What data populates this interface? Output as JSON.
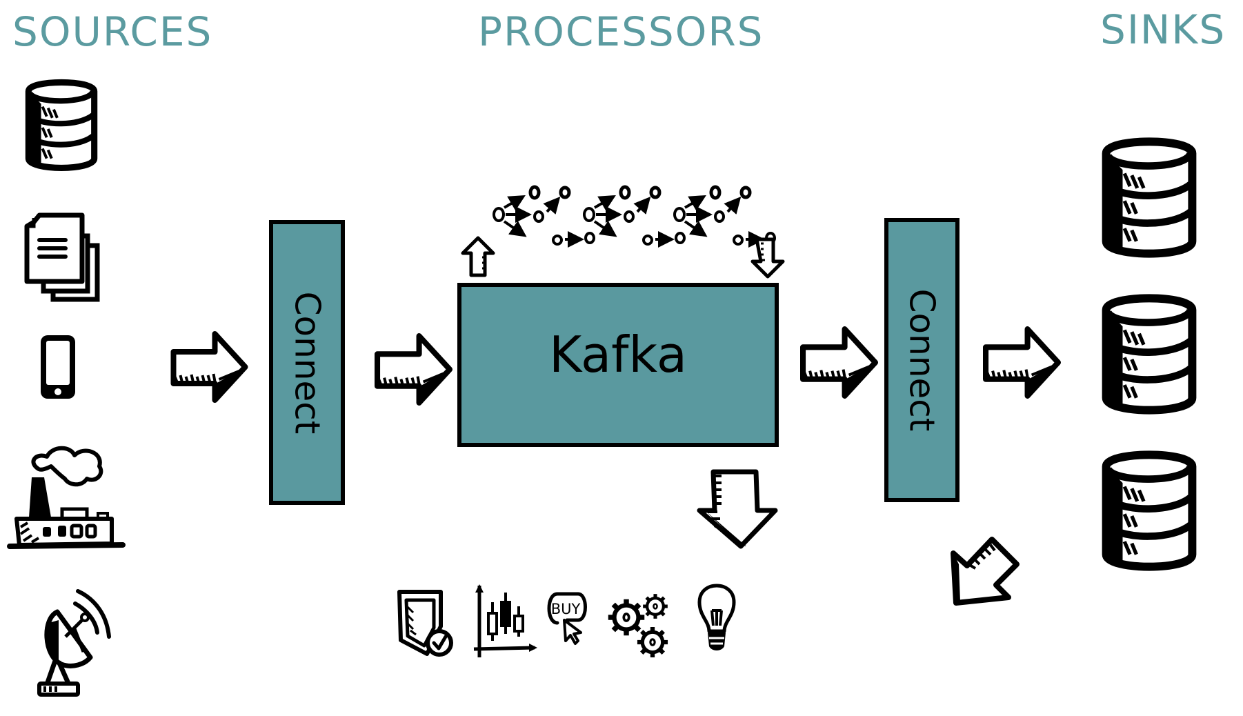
{
  "headings": {
    "sources": "SOURCES",
    "processors": "PROCESSORS",
    "sinks": "SINKS"
  },
  "boxes": {
    "connect_left": "Connect",
    "kafka": "Kafka",
    "connect_right": "Connect"
  },
  "colors": {
    "accent": "#5B9BA0",
    "box_fill": "#5A999F",
    "stroke": "#000000"
  },
  "sources": [
    {
      "icon": "database-icon"
    },
    {
      "icon": "documents-icon"
    },
    {
      "icon": "smartphone-icon"
    },
    {
      "icon": "factory-icon"
    },
    {
      "icon": "satellite-dish-icon"
    }
  ],
  "sinks": [
    {
      "icon": "database-icon"
    },
    {
      "icon": "database-icon"
    },
    {
      "icon": "database-icon"
    }
  ],
  "stream_graphs": 3,
  "applications": [
    {
      "icon": "shield-check-icon"
    },
    {
      "icon": "candlestick-chart-icon"
    },
    {
      "icon": "buy-button-icon",
      "label": "BUY"
    },
    {
      "icon": "gears-icon"
    },
    {
      "icon": "lightbulb-icon"
    }
  ]
}
